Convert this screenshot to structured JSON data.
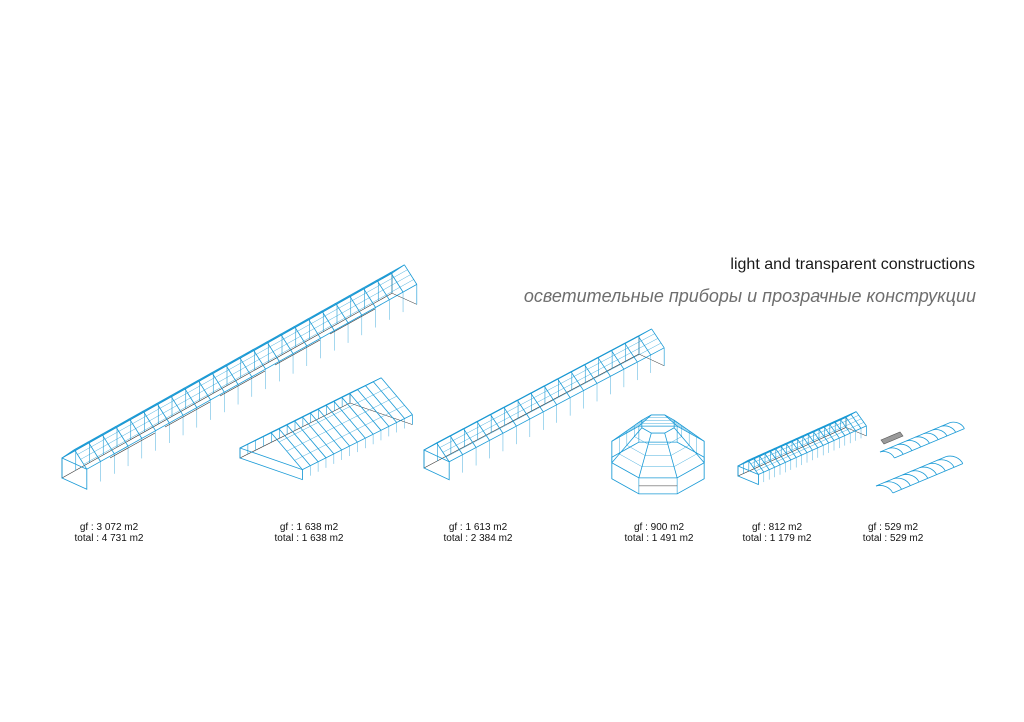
{
  "titles": {
    "en": "light and transparent constructions",
    "ru": "осветительные приборы и прозрачные конструкции"
  },
  "colors": {
    "structure": "#1a9ad6",
    "outline": "#333333",
    "caption": "#111111"
  },
  "buildings": [
    {
      "id": "b1",
      "gf": "gf : 3 072 m2",
      "total": "total : 4 731 m2"
    },
    {
      "id": "b2",
      "gf": "gf : 1 638 m2",
      "total": "total : 1 638 m2"
    },
    {
      "id": "b3",
      "gf": "gf : 1 613 m2",
      "total": "total : 2 384 m2"
    },
    {
      "id": "b4",
      "gf": "gf : 900 m2",
      "total": "total : 1 491 m2"
    },
    {
      "id": "b5",
      "gf": "gf : 812 m2",
      "total": "total : 1 179 m2"
    },
    {
      "id": "b6",
      "gf": "gf : 529 m2",
      "total": "total : 529 m2"
    }
  ]
}
